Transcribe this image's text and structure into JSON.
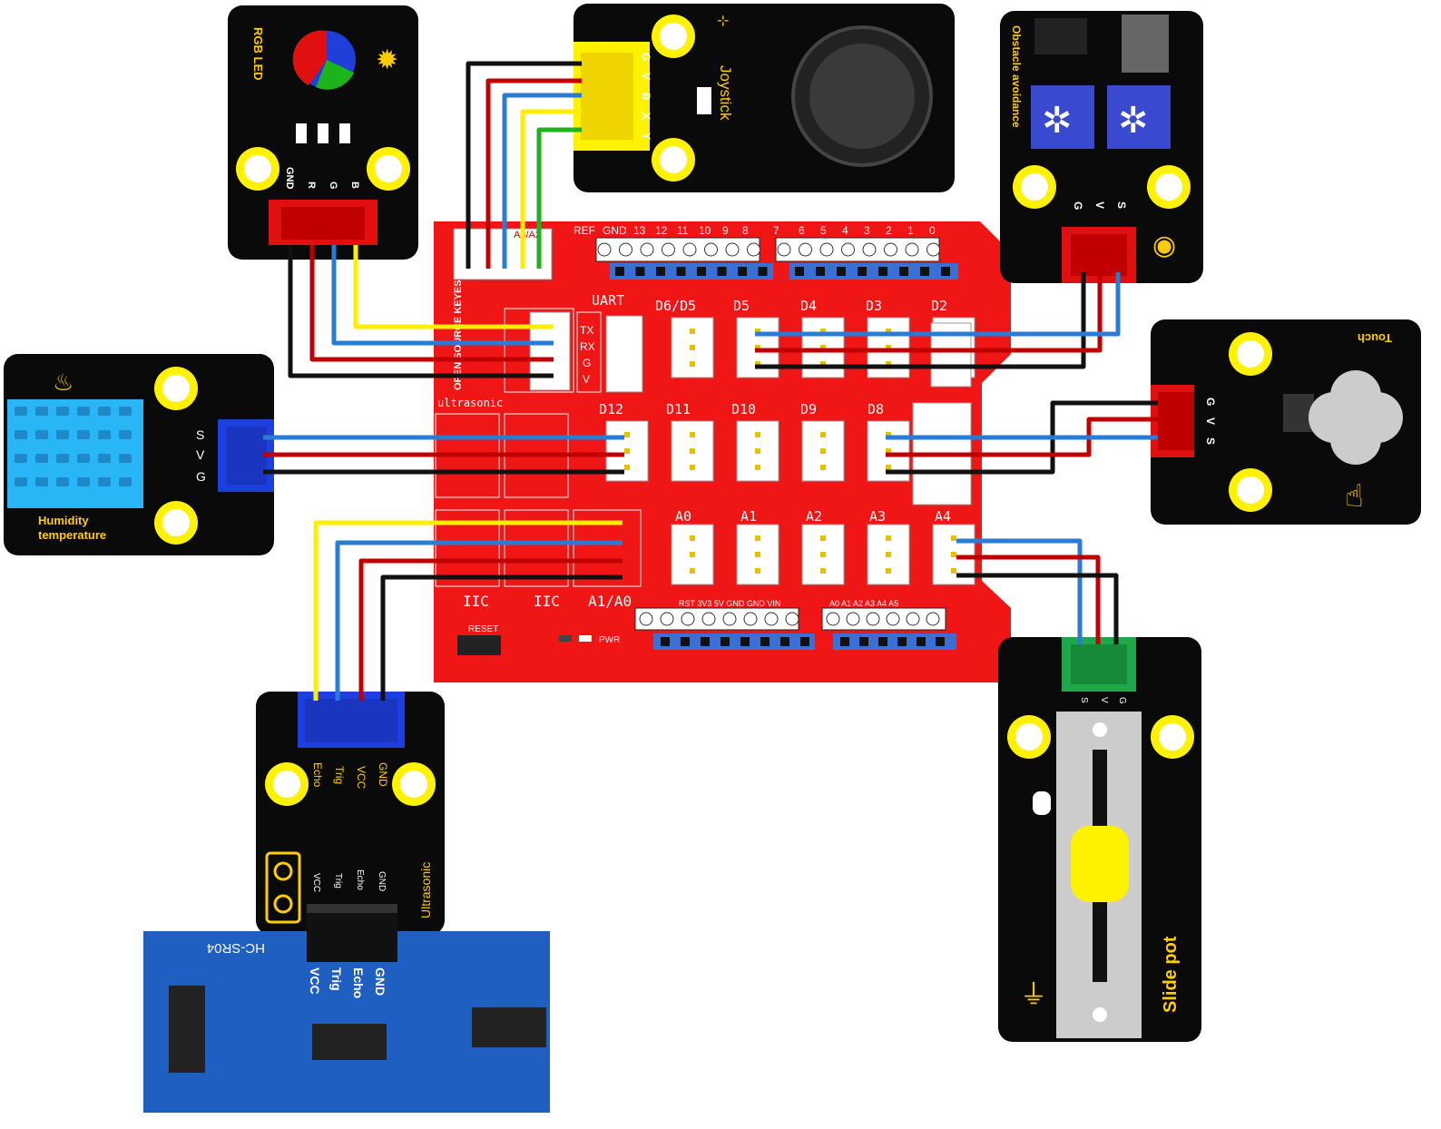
{
  "shield": {
    "title": "keyes brick shield v2.0",
    "brand": "OPEN SOURCE KEYES",
    "header_labels": [
      "REF",
      "GND",
      "13",
      "12",
      "11",
      "10",
      "9",
      "8",
      "7",
      "6",
      "5",
      "4",
      "3",
      "2",
      "1",
      "0"
    ],
    "port_row1": [
      "UART",
      "D6/D5",
      "D5",
      "D4",
      "D3",
      "D2"
    ],
    "port_row2": [
      "ultrasonic",
      "D12",
      "D11",
      "D10",
      "D9",
      "D8"
    ],
    "port_row3": [
      "A0",
      "A1",
      "A2",
      "A3",
      "A4"
    ],
    "port_bottom": [
      "IIC",
      "IIC",
      "A1/A0"
    ],
    "uart_pins": [
      "TX",
      "RX",
      "G",
      "V"
    ],
    "power_labels": "RST 3V3 5V GND GND VIN",
    "analog_labels": "A0 A1 A2 A3 A4 A5",
    "reset": "RESET",
    "pwr": "PWR",
    "a3a2": "A3/A2"
  },
  "modules": {
    "rgb_led": {
      "title": "RGB LED",
      "pins": [
        "GND",
        "R",
        "G",
        "B"
      ]
    },
    "joystick": {
      "title": "Joystick",
      "pins": [
        "G",
        "V",
        "B",
        "X",
        "Y"
      ]
    },
    "obstacle": {
      "title": "Obstacle avoidance",
      "pins": [
        "G",
        "V",
        "S"
      ]
    },
    "touch": {
      "title": "Touch",
      "pins": [
        "G",
        "V",
        "S"
      ]
    },
    "humidity": {
      "title_line1": "Humidity",
      "title_line2": "temperature",
      "pins": [
        "S",
        "V",
        "G"
      ]
    },
    "ultrasonic": {
      "title": "Ultrasonic",
      "pins": [
        "Echo",
        "Trig",
        "VCC",
        "GND"
      ],
      "sub_pins": [
        "VCC",
        "Trig",
        "Echo",
        "GND"
      ]
    },
    "hcsr04": {
      "title": "HC-SR04",
      "pins": [
        "VCC",
        "Trig",
        "Echo",
        "GND"
      ]
    },
    "slide_pot": {
      "title": "Slide pot",
      "pins": [
        "S",
        "V",
        "G"
      ]
    }
  },
  "colors": {
    "shield_red": "#f01616",
    "module_black": "#0a0a0a",
    "hole_yellow": "#fff200",
    "wire_black": "#111111",
    "wire_red": "#c00000",
    "wire_blue": "#2a7bd4",
    "wire_yellow": "#ffee00",
    "wire_green": "#21b021",
    "label_yellow": "#ffcc00",
    "hcsr04_blue": "#1f5fc2"
  }
}
